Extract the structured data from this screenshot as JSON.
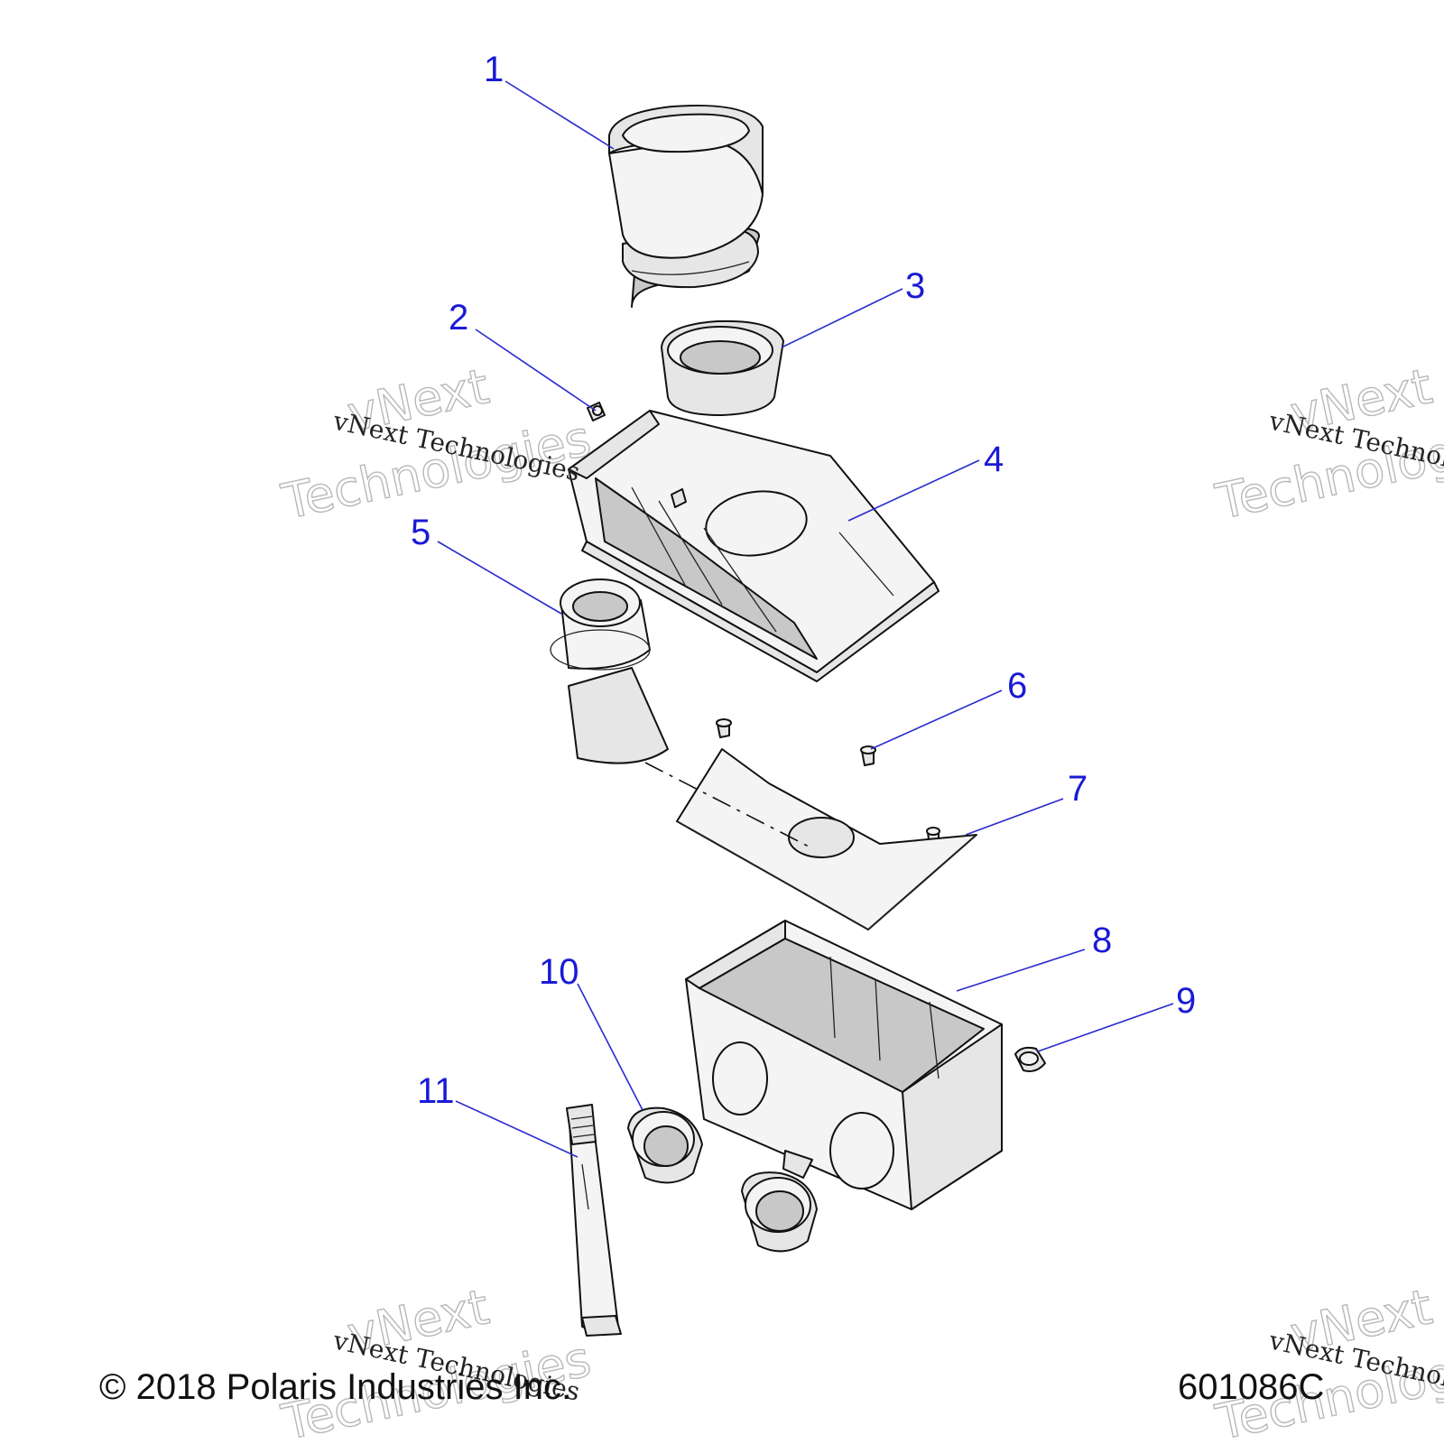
{
  "diagram": {
    "callouts": [
      "1",
      "2",
      "3",
      "4",
      "5",
      "6",
      "7",
      "8",
      "9",
      "10",
      "11"
    ],
    "watermark": {
      "line_small": "vNext Technologies",
      "line_big_1": "vNext",
      "line_big_2": "Technologies"
    },
    "footer": {
      "copyright": "© 2018 Polaris Industries Inc.",
      "code": "601086C"
    }
  }
}
